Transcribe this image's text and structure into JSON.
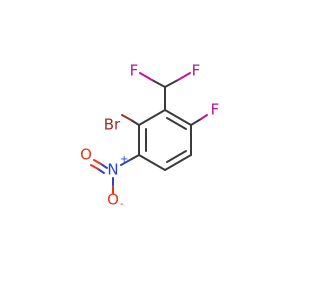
{
  "molecule": {
    "atoms": {
      "f_left": "F",
      "f_right": "F",
      "f_ring": "F",
      "br": "Br",
      "n": "N",
      "n_charge": "+",
      "o_top": "O",
      "o_bottom": "O",
      "o_charge": "-"
    },
    "colors": {
      "carbon": "#3a3a3a",
      "fluorine": "#c3149a",
      "bromine": "#a0322a",
      "nitrogen": "#2c44c4",
      "oxygen": "#e8361d",
      "background": "#ffffff"
    }
  }
}
